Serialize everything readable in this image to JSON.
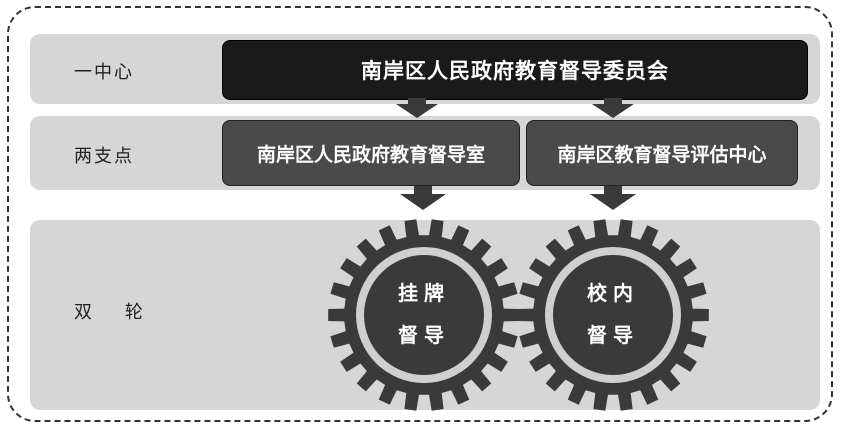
{
  "rows": {
    "center_label": "一中心",
    "pivots_label": "两支点",
    "wheels_label": "双    轮"
  },
  "center": {
    "title": "南岸区人民政府教育督导委员会"
  },
  "pivots": {
    "left": "南岸区人民政府教育督导室",
    "right": "南岸区教育督导评估中心"
  },
  "wheels": {
    "left_line1": "挂牌",
    "left_line2": "督导",
    "right_line1": "校内",
    "right_line2": "督导"
  },
  "colors": {
    "band": "#d6d6d6",
    "center_box": "#1a1a1a",
    "pivot_box": "#4a4a4a",
    "gear": "#3a3a3a",
    "arrow": "#3a3a3a"
  }
}
